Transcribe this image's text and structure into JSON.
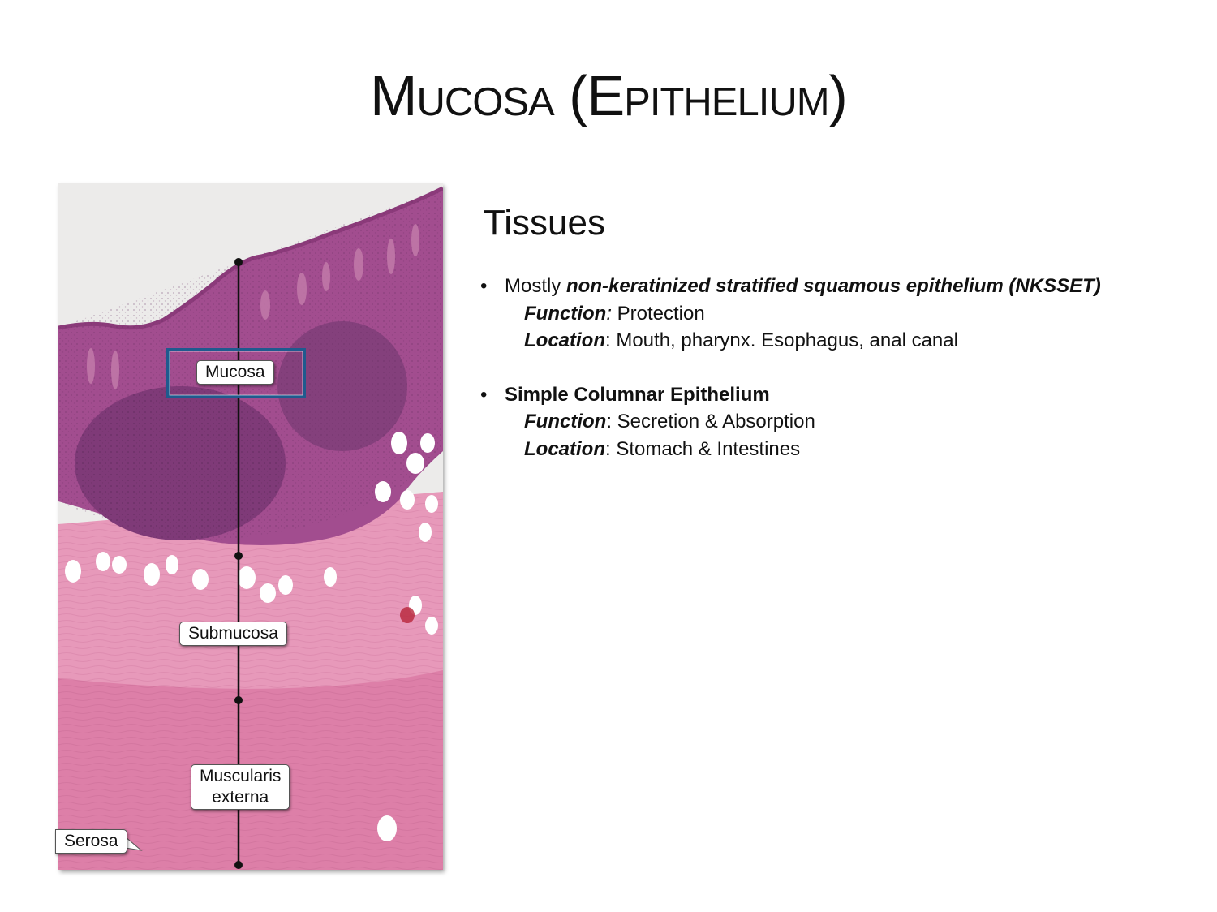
{
  "slide": {
    "title": "Mucosa (Epithelium)"
  },
  "figure": {
    "labels": {
      "mucosa": "Mucosa",
      "submucosa": "Submucosa",
      "muscularis": "Muscularis\nexterna",
      "serosa": "Serosa"
    },
    "colors": {
      "background_gray": "#ecebea",
      "mucosa_purple": "#a24d8f",
      "lymphoid_dark": "#7f3a78",
      "submucosa_pink": "#e592b5",
      "muscle_pink": "#dd7fa8",
      "highlight_box": "#1f5a8e",
      "axis_line": "#111111"
    }
  },
  "content": {
    "heading": "Tissues",
    "bullets": [
      {
        "prefix": "Mostly ",
        "emph": "non-keratinized stratified squamous epithelium (NKSSET)",
        "function_label": "Function",
        "function_sep": ":",
        "function_text": " Protection",
        "location_label": "Location",
        "location_sep": ":",
        "location_text": " Mouth, pharynx. Esophagus, anal canal"
      },
      {
        "title": "Simple Columnar Epithelium",
        "function_label": "Function",
        "function_sep": ":",
        "function_text": " Secretion & Absorption",
        "location_label": "Location",
        "location_sep": ":",
        "location_text": " Stomach & Intestines"
      }
    ]
  }
}
